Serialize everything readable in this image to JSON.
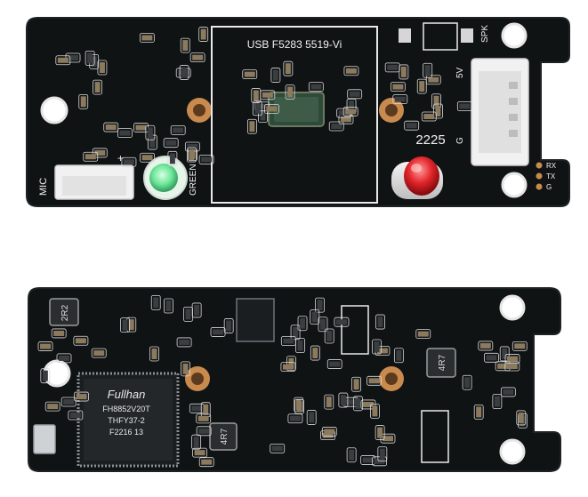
{
  "colors": {
    "board": "#101314",
    "board_edge": "#1d2224",
    "silk": "#f2f2f2",
    "copper": "#c98a4e",
    "pad": "#d6d6d6",
    "chip": "#1b1e20",
    "image_sensor": "#2e4a3a",
    "led_green": "#62e08a",
    "led_red": "#e2262b",
    "connector": "#f1f1f1",
    "background": "#ffffff"
  },
  "top_board": {
    "chip_marking": "USB F5283 5519-Vi",
    "label_spk": "SPK",
    "label_5v": "5V",
    "label_g": "G",
    "label_mic": "MIC",
    "label_plus": "+",
    "label_green": "GREEN",
    "date_code": "2225",
    "label_rx": "RX",
    "label_tx": "TX",
    "label_gnd": "G"
  },
  "bottom_board": {
    "inductor_marking_1": "2R2",
    "inductor_marking_2": "4R7",
    "inductor_marking_3": "4R7",
    "chip_line_1": "Fullhan",
    "chip_line_2": "FH8852V20T",
    "chip_line_3": "THFY37-2",
    "chip_line_4": "F2216 13"
  }
}
